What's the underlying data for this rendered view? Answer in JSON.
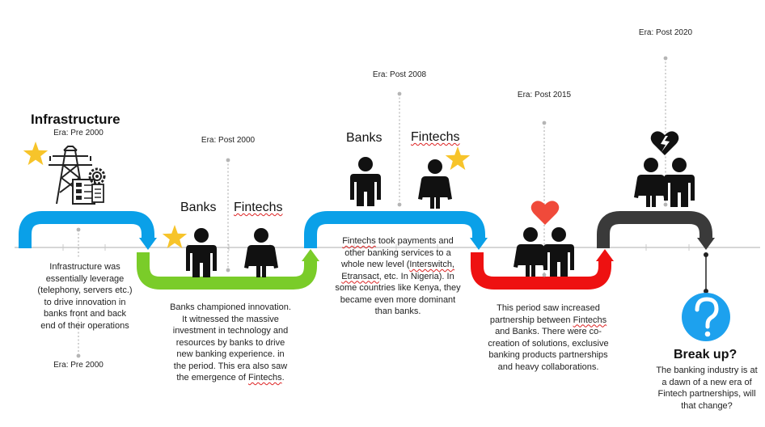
{
  "colors": {
    "blue": "#0aa0e8",
    "green": "#7acc29",
    "red": "#ee1111",
    "dark": "#3a3a3a",
    "star": "#f7c42a",
    "heart": "#f04a3a",
    "question": "#1da1ee",
    "axis": "#bdbdbd"
  },
  "stages": [
    {
      "title": "Infrastructure",
      "era_top": "Era: Pre 2000",
      "era_bottom": "Era: Pre 2000",
      "description": "Infrastructure was essentially leverage (telephony, servers etc.) to drive innovation in banks front and back end of their operations"
    },
    {
      "era": "Era: Post 2000",
      "banks_label": "Banks",
      "fintechs_label": "Fintechs",
      "description_lead": "Banks championed innovation. It witnessed the massive investment in technology and resources by banks to drive new banking experience.  in the period. This era also saw the emergence of ",
      "description_word": "Fintechs",
      "description_end": "."
    },
    {
      "era": "Era: Post 2008",
      "banks_label": "Banks",
      "fintechs_label": "Fintechs",
      "description_word": "Fintechs",
      "description_mid": " took payments and other banking services to a whole new level (",
      "description_names": "Interswitch, Etransact",
      "description_end": ", etc. In Nigeria). In some countries like Kenya, they became even more dominant than banks."
    },
    {
      "era": "Era: Post 2015",
      "description_lead": "This period saw increased partnership between ",
      "description_word": "Fintechs",
      "description_end": " and Banks. There were co-creation of solutions, exclusive banking products partnerships and heavy collaborations."
    },
    {
      "era": "Era: Post 2020",
      "title": "Break up?",
      "description": "The banking industry is at a dawn of a new era of Fintech partnerships, will that change?"
    }
  ]
}
